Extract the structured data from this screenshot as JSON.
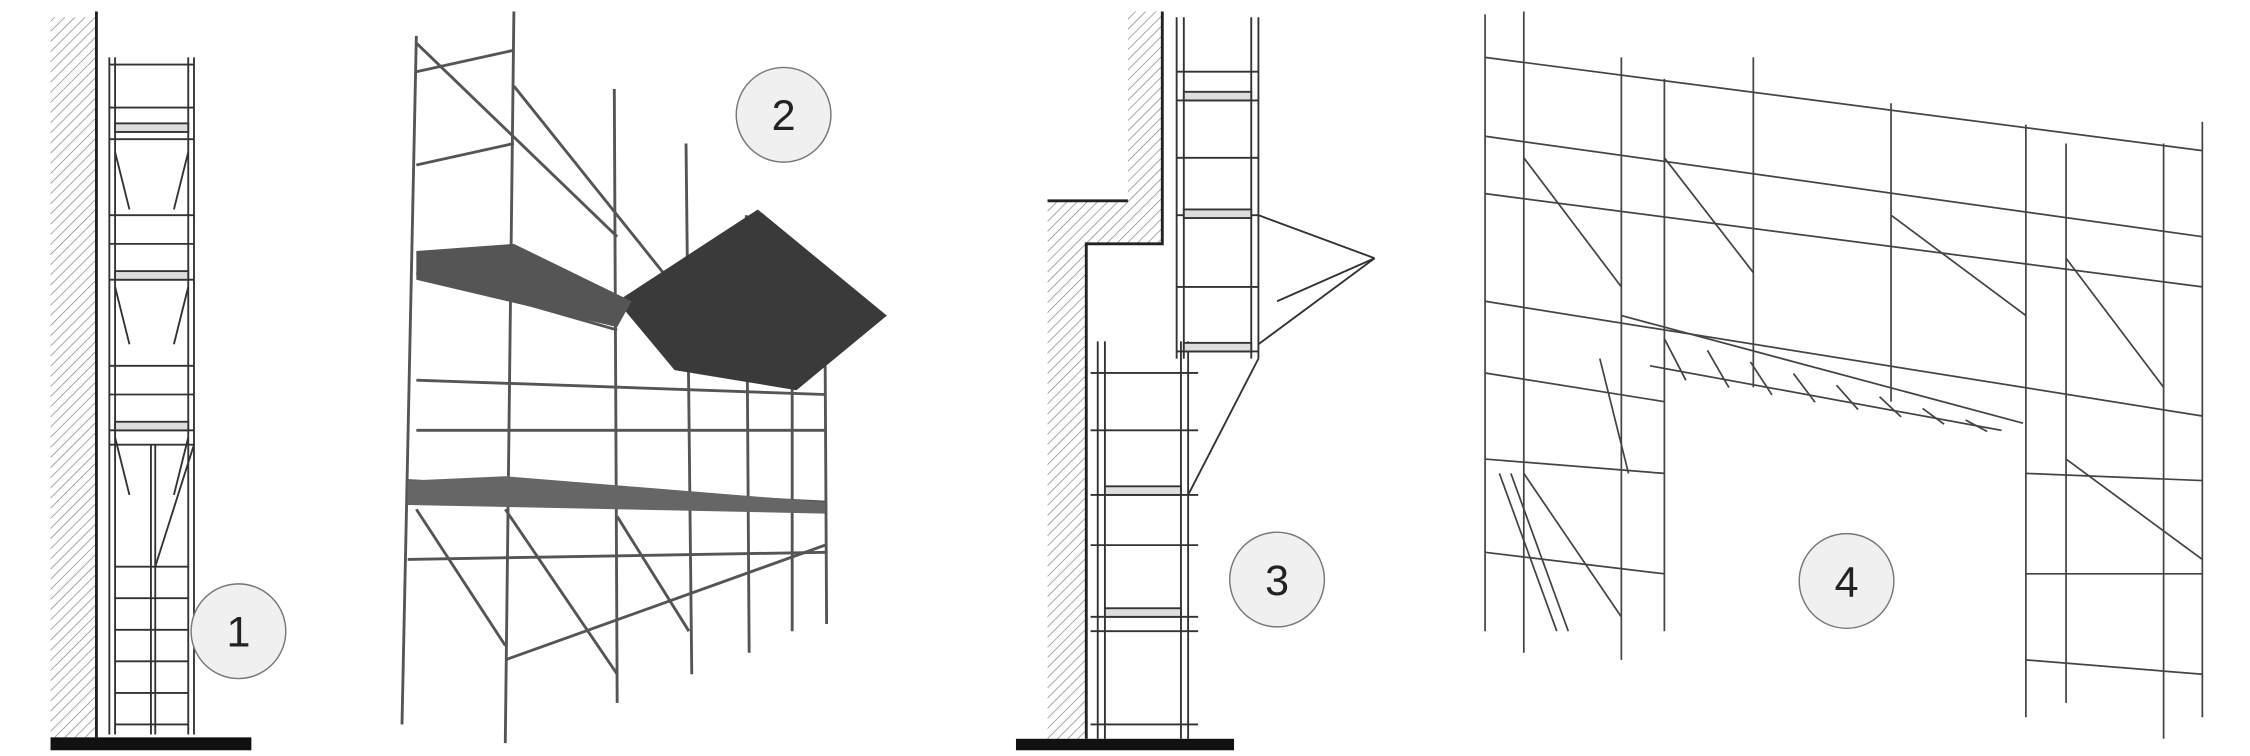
{
  "figures": [
    {
      "label": "1",
      "description_name": "facade-scaffold-side-view"
    },
    {
      "label": "2",
      "description_name": "scaffold-with-protection-roof"
    },
    {
      "label": "3",
      "description_name": "stepped-facade-scaffold-side-view"
    },
    {
      "label": "4",
      "description_name": "bridging-scaffold-3d"
    }
  ],
  "colors": {
    "line": "#333333",
    "dark": "#2a2a2a",
    "badge_fill": "#f0f0f0",
    "ground": "#111111"
  }
}
